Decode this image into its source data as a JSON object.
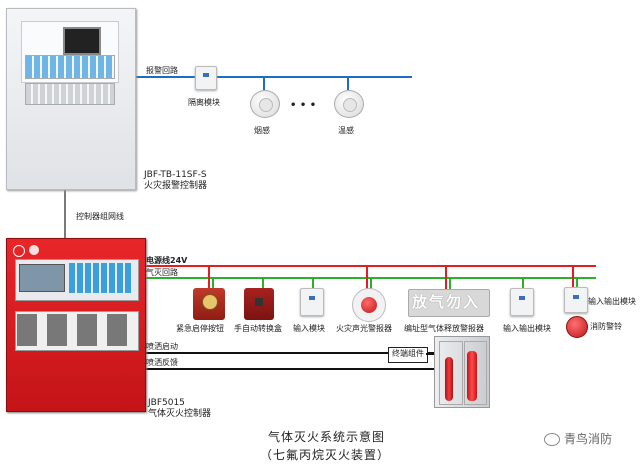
{
  "top_controller": {
    "model": "JBF-TB-11SF-S",
    "name": "火灾报警控制器"
  },
  "bottom_controller": {
    "model": "JBF5015",
    "name": "气体灭火控制器"
  },
  "lines": {
    "alarm_loop": "报警回路",
    "controller_network": "控制器组网线",
    "power_line": "电源线24V",
    "fire_loop": "气灭回路",
    "spray_start": "喷洒启动",
    "spray_feedback": "喷洒反馈",
    "terminal": "终端组件"
  },
  "top_devices": {
    "isolation_module": "隔离模块",
    "smoke": "烟感",
    "ellipsis": "• • •",
    "heat": "温感"
  },
  "bottom_devices": [
    {
      "id": "emergency",
      "label": "紧急启停按钮"
    },
    {
      "id": "manual",
      "label": "手自动转换盒"
    },
    {
      "id": "input",
      "label": "输入模块"
    },
    {
      "id": "strobe",
      "label": "火灾声光警报器"
    },
    {
      "id": "sign",
      "label": "编址型气体释放警报器",
      "sign_text": "放气勿入"
    },
    {
      "id": "io1",
      "label": "输入输出模块"
    },
    {
      "id": "io2",
      "label": "输入输出模块"
    },
    {
      "id": "bell",
      "label": "消防警铃"
    }
  ],
  "caption": {
    "title": "气体灭火系统示意图",
    "subtitle": "（七氟丙烷灭火装置）"
  },
  "watermark": "青鸟消防",
  "colors": {
    "alarm_loop": "#1a6fc4",
    "network": "#7a7a7a",
    "power": "#e02020",
    "fire_loop": "#2ab02a",
    "spray": "#111111",
    "panel_red": "#d8191c"
  }
}
